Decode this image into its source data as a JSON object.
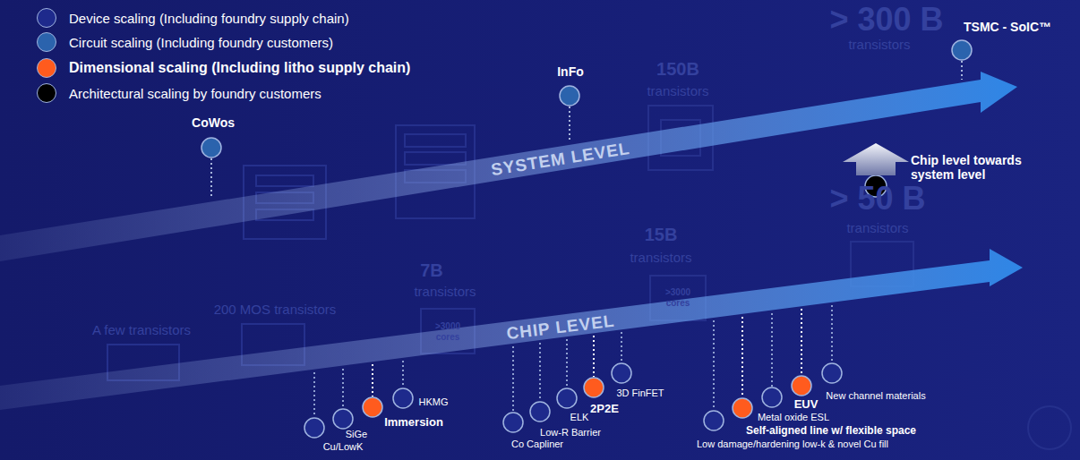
{
  "diagram": {
    "nodes": [
      {
        "text": [
          "SYSTEM LEVEL"
        ]
      },
      {
        "text": [
          "CHIP LEVEL"
        ]
      }
    ],
    "labels": [
      "CoWos",
      "InFo",
      "TSMC - SoIC™",
      "Chip level towards system level",
      "Cu/LowK",
      "SiGe",
      "Immersion",
      "HKMG",
      "Co Capliner",
      "Low-R Barrier",
      "ELK",
      "2P2E",
      "3D FinFET",
      "Low damage/hardening low-k & novel Cu fill",
      "Self-aligned line w/ flexible space",
      "Metal oxide ESL",
      "EUV",
      "New channel materials",
      "> 300 B",
      "transistors",
      "150B",
      "transistors",
      "> 50 B",
      "transistors",
      "15B",
      "transistors",
      "7B",
      "transistors",
      "200 MOS transistors",
      "A few transistors",
      ">3000 cores",
      ">3000 cores"
    ],
    "legend": [
      {
        "text": "Device scaling (Including foundry supply chain)",
        "color": "#1e2a8c"
      },
      {
        "text": "Circuit scaling (Including foundry customers)",
        "color": "#2b63ad"
      },
      {
        "text": "Dimensional scaling (Including litho supply chain)",
        "color": "#ff5b1e"
      },
      {
        "text": "Architectural scaling by foundry customers",
        "color": "#000000"
      }
    ]
  }
}
